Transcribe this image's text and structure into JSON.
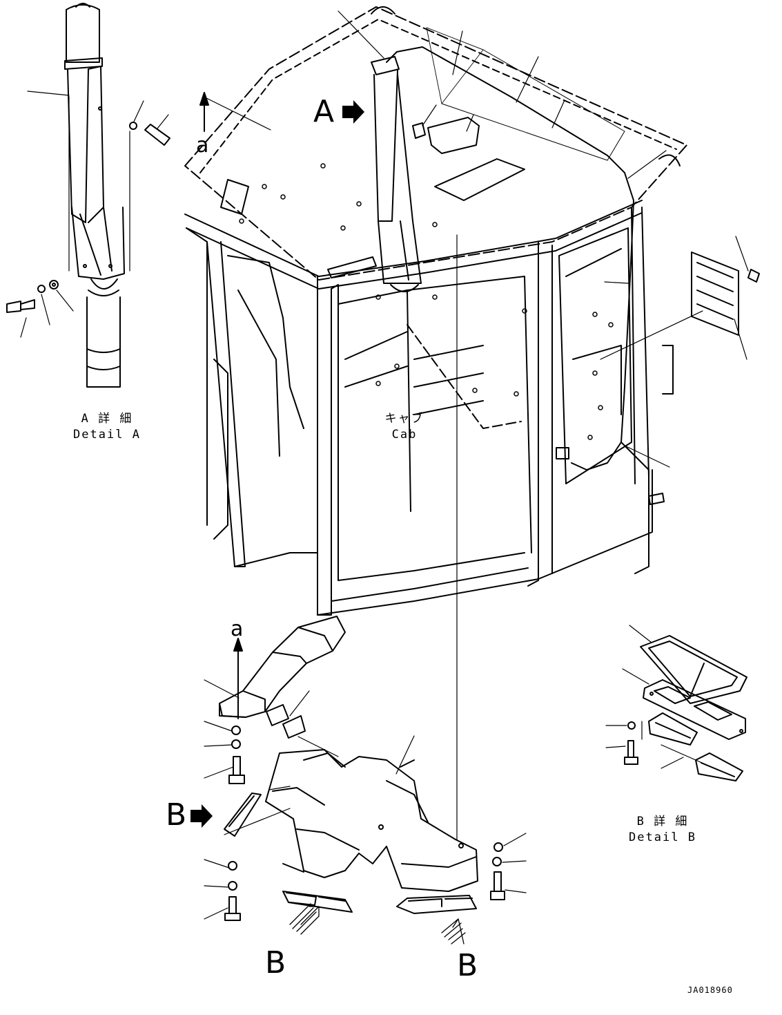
{
  "drawing": {
    "detail_a": {
      "jp": "A 詳 細",
      "en": "Detail A"
    },
    "detail_b": {
      "jp": "B 詳 細",
      "en": "Detail B"
    },
    "cab": {
      "jp": "キャブ",
      "en": "Cab"
    },
    "view_a": "A",
    "view_b": "B",
    "dir_a": "a",
    "drawing_code": "JA018960"
  }
}
